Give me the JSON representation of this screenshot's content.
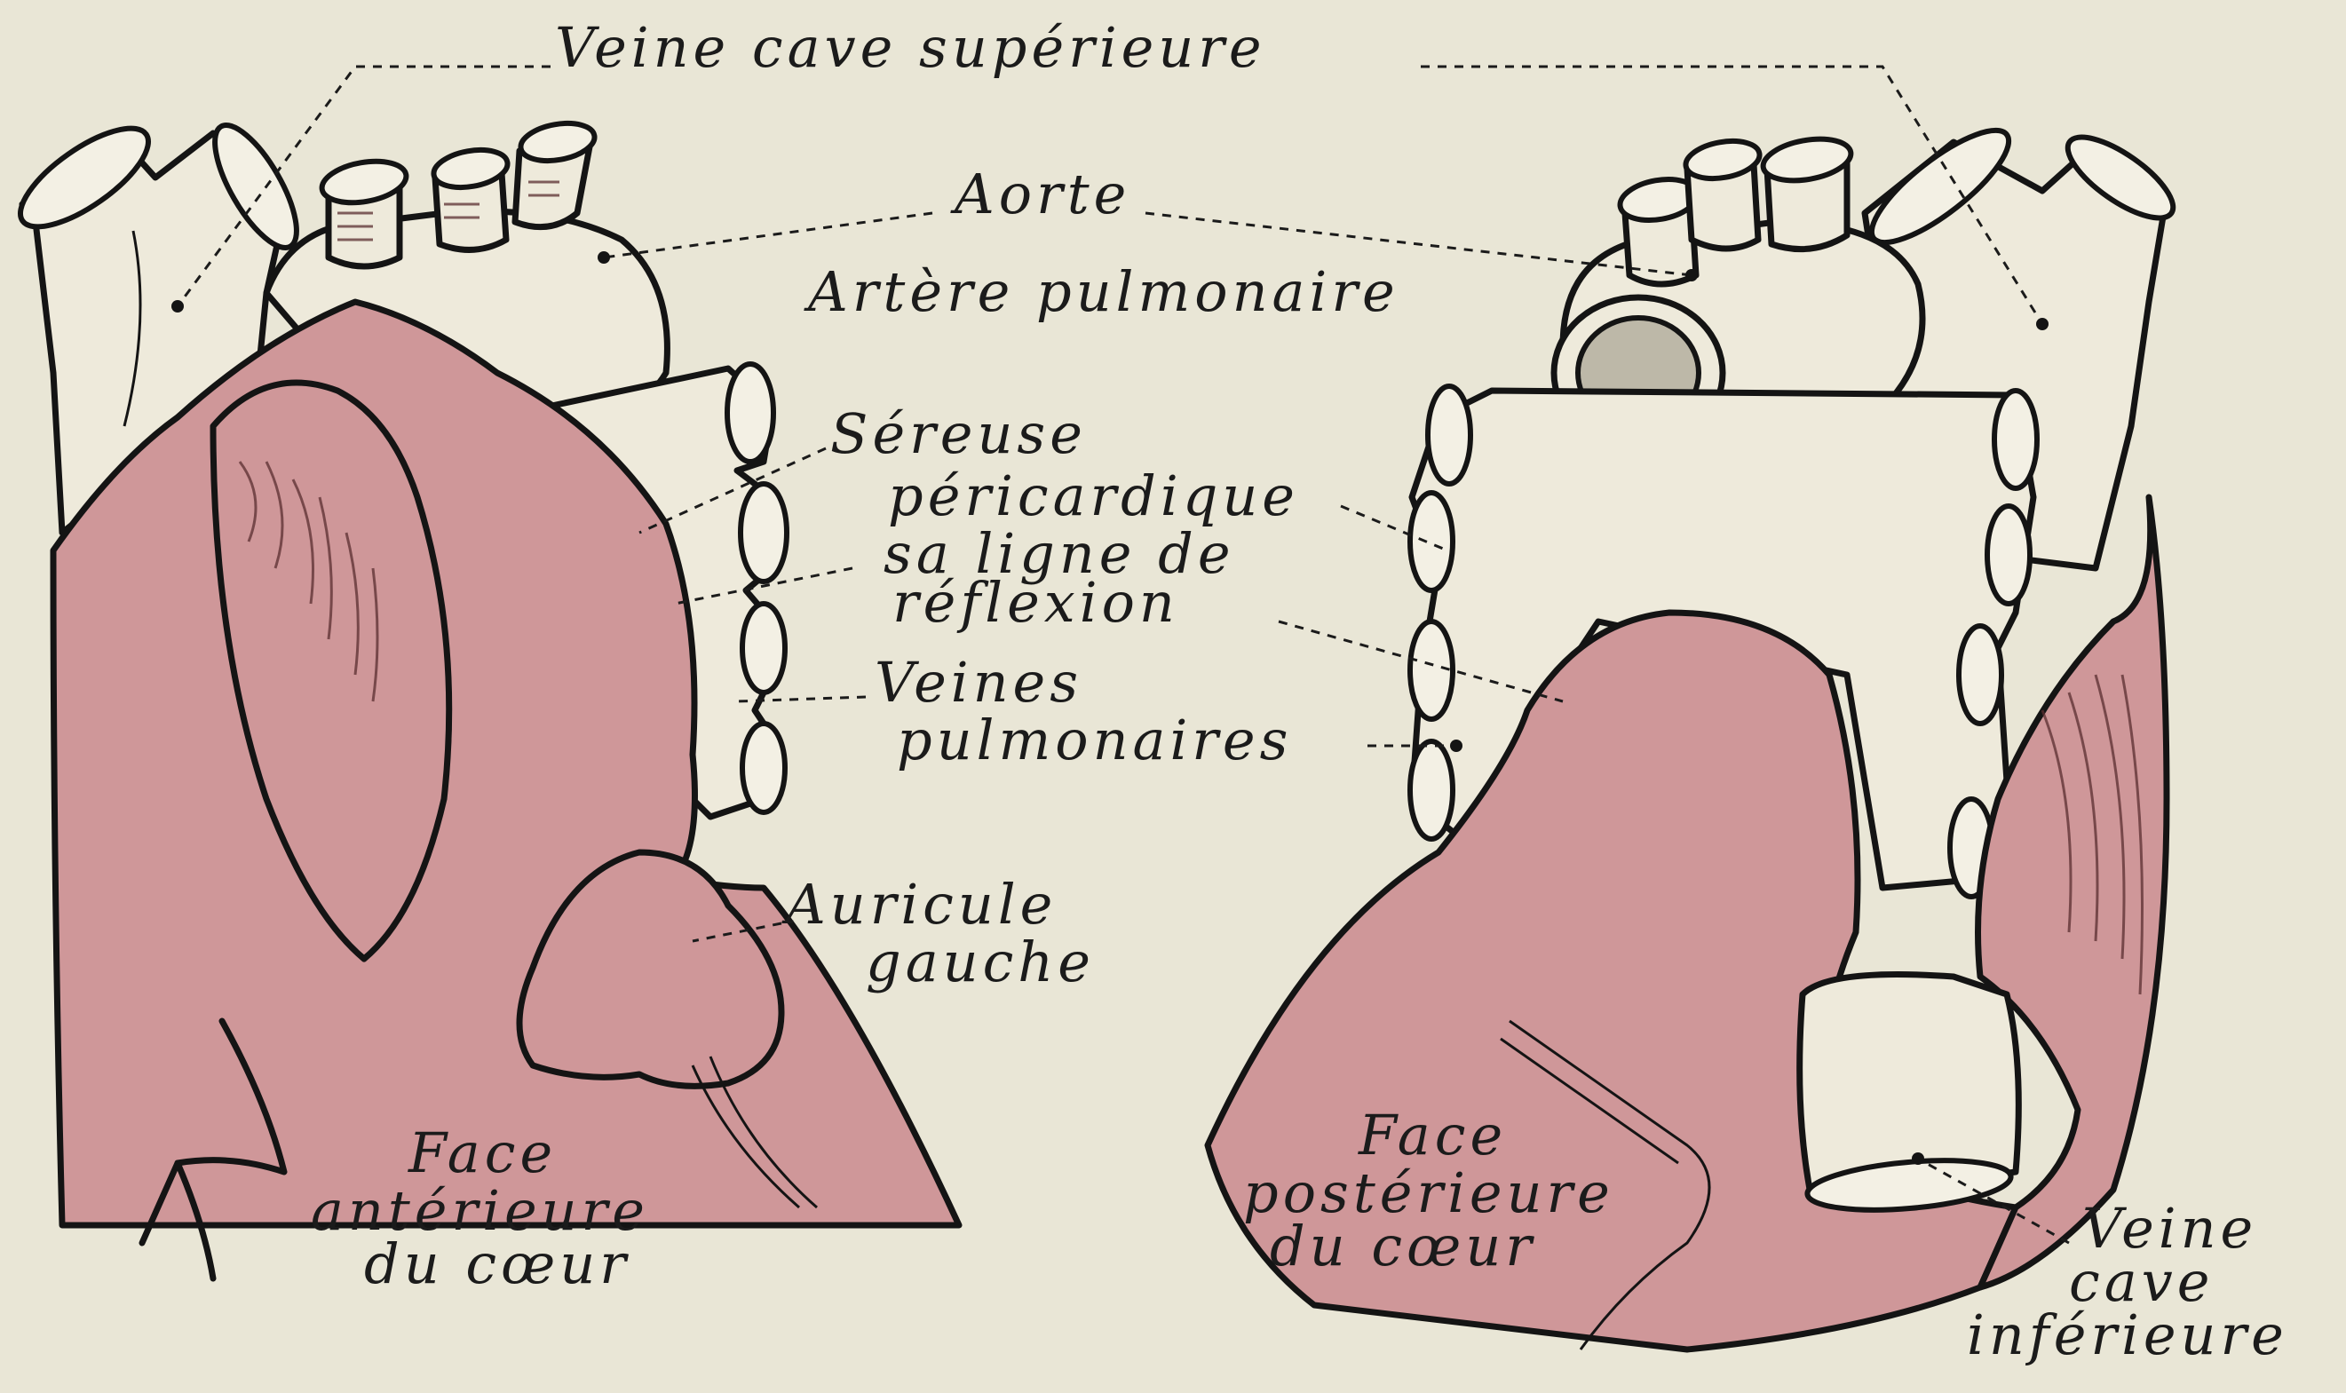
{
  "labels": {
    "veine_cave_superieure": "Veine cave supérieure",
    "aorte": "Aorte",
    "artere_pulmonaire": "Artère pulmonaire",
    "sereuse_line1": "Séreuse",
    "sereuse_line2": "péricardique",
    "sereuse_line3": "sa ligne de",
    "sereuse_line4": "réflexion",
    "veines_line1": "Veines",
    "veines_line2": "pulmonaires",
    "auricule_line1": "Auricule",
    "auricule_line2": "gauche",
    "face_ant_line1": "Face",
    "face_ant_line2": "antérieure",
    "face_ant_line3": "du cœur",
    "face_post_line1": "Face",
    "face_post_line2": "postérieure",
    "face_post_line3": "du cœur",
    "vci_line1": "Veine",
    "vci_line2": "cave",
    "vci_line3": "inférieure"
  },
  "colors": {
    "paper": "#e9e6d6",
    "heart_tissue": "#cf9799",
    "ink": "#141414"
  }
}
